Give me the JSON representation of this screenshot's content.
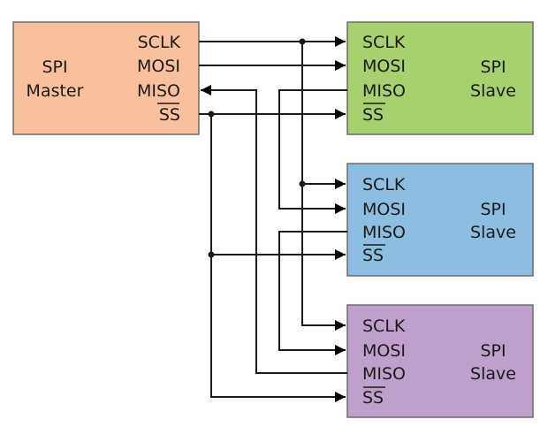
{
  "master": {
    "title_line1": "SPI",
    "title_line2": "Master",
    "color": "#f9c09d",
    "pins": {
      "sclk": "SCLK",
      "mosi": "MOSI",
      "miso": "MISO",
      "ss": "SS"
    }
  },
  "slaves": [
    {
      "title_line1": "SPI",
      "title_line2": "Slave",
      "color": "#a7d06e",
      "pins": {
        "sclk": "SCLK",
        "mosi": "MOSI",
        "miso": "MISO",
        "ss": "SS"
      }
    },
    {
      "title_line1": "SPI",
      "title_line2": "Slave",
      "color": "#8ebde2",
      "pins": {
        "sclk": "SCLK",
        "mosi": "MOSI",
        "miso": "MISO",
        "ss": "SS"
      }
    },
    {
      "title_line1": "SPI",
      "title_line2": "Slave",
      "color": "#bf9fcc",
      "pins": {
        "sclk": "SCLK",
        "mosi": "MOSI",
        "miso": "MISO",
        "ss": "SS"
      }
    }
  ],
  "topology": "daisy-chain",
  "connections": [
    {
      "from": "master.SCLK",
      "to": [
        "slave1.SCLK",
        "slave2.SCLK",
        "slave3.SCLK"
      ]
    },
    {
      "from": "master.MOSI",
      "to": [
        "slave1.MOSI"
      ]
    },
    {
      "from": "slave1.MISO",
      "to": [
        "slave2.MOSI"
      ]
    },
    {
      "from": "slave2.MISO",
      "to": [
        "slave3.MOSI"
      ]
    },
    {
      "from": "slave3.MISO",
      "to": [
        "master.MISO"
      ]
    },
    {
      "from": "master.SS",
      "to": [
        "slave1.SS",
        "slave2.SS",
        "slave3.SS"
      ]
    }
  ]
}
